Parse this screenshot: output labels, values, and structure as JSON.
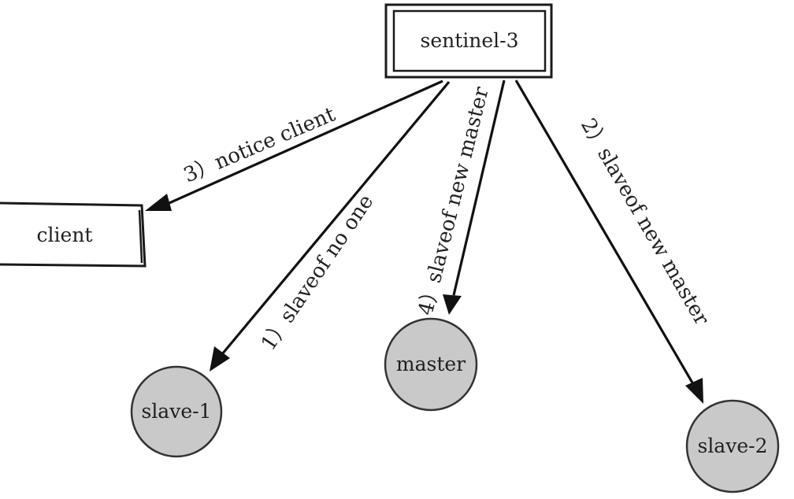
{
  "nodes": {
    "sentinel": {
      "label": "sentinel-3"
    },
    "client": {
      "label": "client"
    },
    "master": {
      "label": "master"
    },
    "slave1": {
      "label": "slave-1"
    },
    "slave2": {
      "label": "slave-2"
    }
  },
  "edges": {
    "to_slave1": {
      "label": "1）slaveof no one"
    },
    "to_slave2": {
      "label": "2）slaveof new master"
    },
    "to_client": {
      "label": "3）notice client"
    },
    "to_master": {
      "label": "4）slaveof new master"
    }
  },
  "colors": {
    "node_fill": "#c9c9c9",
    "ink": "#111111"
  }
}
